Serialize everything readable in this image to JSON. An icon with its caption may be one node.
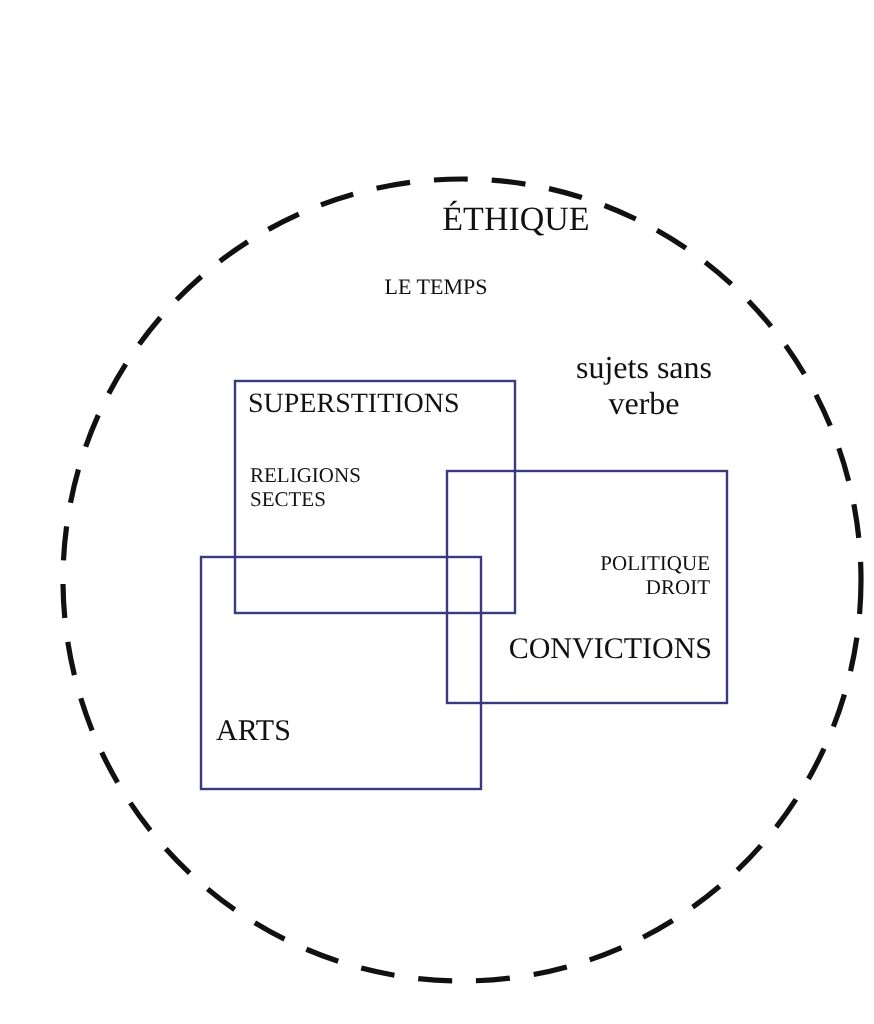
{
  "diagram": {
    "nodes": [
      {
        "text": [
          "ÉTHIQUE",
          "LE TEMPS",
          "sujets sans verbe"
        ]
      },
      {
        "text": [
          "SUPERSTITIONS",
          "RELIGIONS SECTES"
        ],
        "in": 0
      },
      {
        "text": [
          "POLITIQUE DROIT",
          "CONVICTIONS"
        ],
        "in": 0
      },
      {
        "text": [
          "ARTS"
        ],
        "in": 0
      }
    ]
  }
}
